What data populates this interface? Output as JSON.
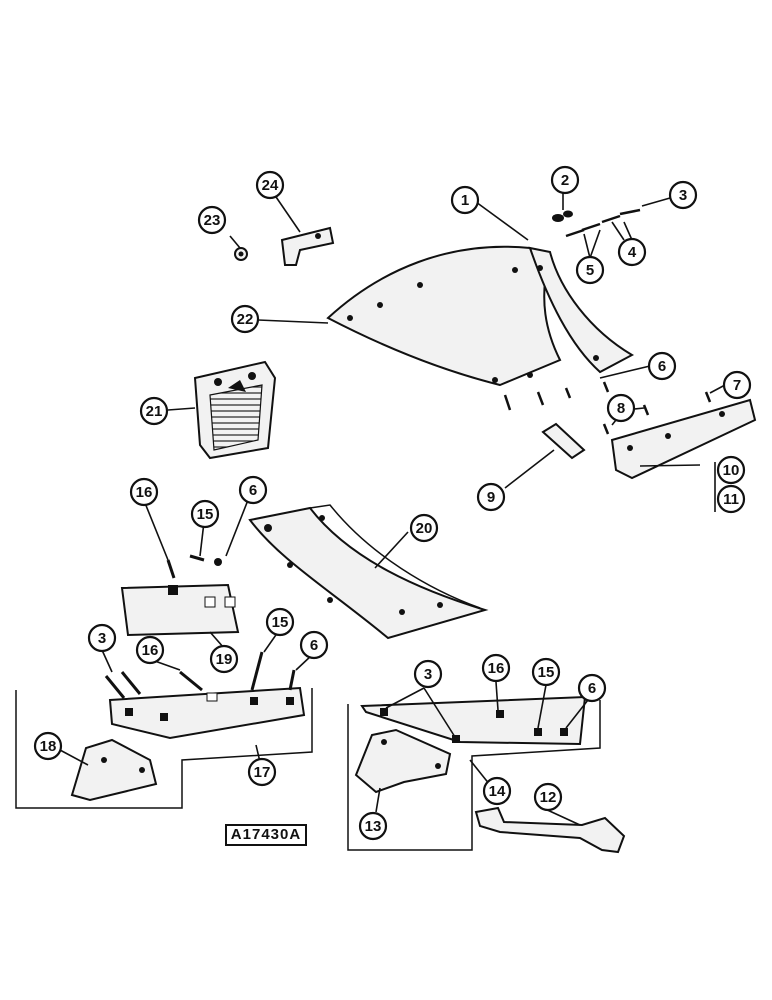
{
  "drawing_number": "A17430A",
  "callouts": [
    "1",
    "2",
    "3",
    "4",
    "5",
    "6",
    "7",
    "8",
    "9",
    "10",
    "11",
    "12",
    "13",
    "14",
    "15",
    "16",
    "17",
    "18",
    "19",
    "20",
    "21",
    "22",
    "23",
    "24"
  ],
  "colors": {
    "ink": "#111111",
    "paper": "#ffffff",
    "part_fill": "#f2f2f2"
  }
}
